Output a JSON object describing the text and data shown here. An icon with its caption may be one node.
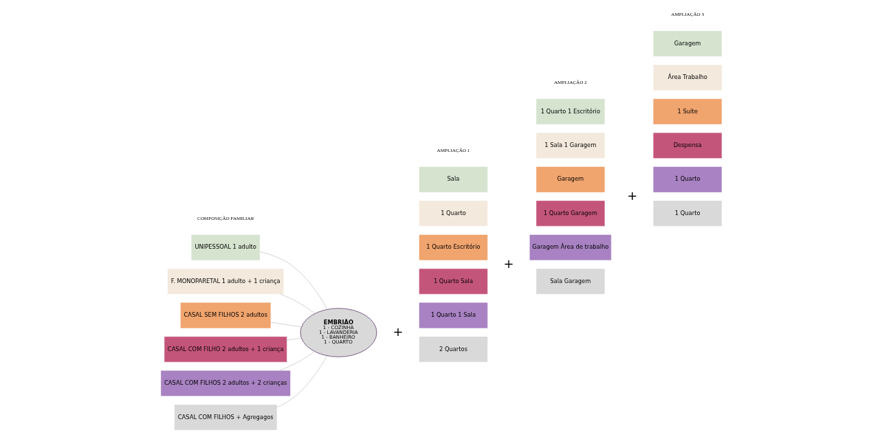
{
  "diagram": {
    "nodes": [
      {
        "text": [
          "UNIPESSOAL 1 adulto"
        ]
      },
      {
        "text": [
          "F. MONOPARETAL 1 adulto + 1 criança"
        ]
      },
      {
        "text": [
          "CASAL SEM FILHOS 2 adultos"
        ]
      },
      {
        "text": [
          "CASAL COM FILHO 2 adultos + 1 criança"
        ]
      },
      {
        "text": [
          "CASAL COM FILHOS 2 adultos + 2 crianças"
        ]
      },
      {
        "text": [
          "CASAL COM FILHOS + Agregagos"
        ]
      },
      {
        "text": [
          "EMBRIÃO",
          "1 - COZINHA",
          "1 - LAVANDERIA",
          "1 - BANHEIRO",
          "1 - QUARTO"
        ]
      },
      {
        "text": [
          "Sala"
        ]
      },
      {
        "text": [
          "1 Quarto"
        ]
      },
      {
        "text": [
          "1 Quarto Escritório"
        ]
      },
      {
        "text": [
          "1 Quarto Sala"
        ]
      },
      {
        "text": [
          "1 Quarto 1 Sala"
        ]
      },
      {
        "text": [
          "2 Quartos"
        ]
      },
      {
        "text": [
          "1 Quarto 1 Escritório"
        ]
      },
      {
        "text": [
          "1 Sala 1 Garagem"
        ]
      },
      {
        "text": [
          "Garagem"
        ]
      },
      {
        "text": [
          "1 Quarto Garagem"
        ]
      },
      {
        "text": [
          "Garagem Área de trabalho"
        ]
      },
      {
        "text": [
          "Sala Garagem"
        ]
      },
      {
        "text": [
          "Garagem"
        ]
      },
      {
        "text": [
          "Área Trabalho"
        ]
      },
      {
        "text": [
          "1 Suíte"
        ]
      },
      {
        "text": [
          "Despensa"
        ]
      },
      {
        "text": [
          "1 Quarto"
        ]
      },
      {
        "text": [
          "1 Quarto"
        ]
      }
    ],
    "edges": [
      {
        "from": 0,
        "to": 6,
        "arrow": "none"
      },
      {
        "from": 1,
        "to": 6,
        "arrow": "none"
      },
      {
        "from": 2,
        "to": 6,
        "arrow": "none"
      },
      {
        "from": 3,
        "to": 6,
        "arrow": "none"
      },
      {
        "from": 4,
        "to": 6,
        "arrow": "none"
      },
      {
        "from": 5,
        "to": 6,
        "arrow": "none"
      }
    ],
    "labels": [
      "COMPOSIÇÃO FAMILIAR",
      "AMPLIAÇÃO 1",
      "AMPLIAÇÃO 2",
      "AMPLIAÇÃO 3",
      "+",
      "+",
      "+"
    ]
  }
}
